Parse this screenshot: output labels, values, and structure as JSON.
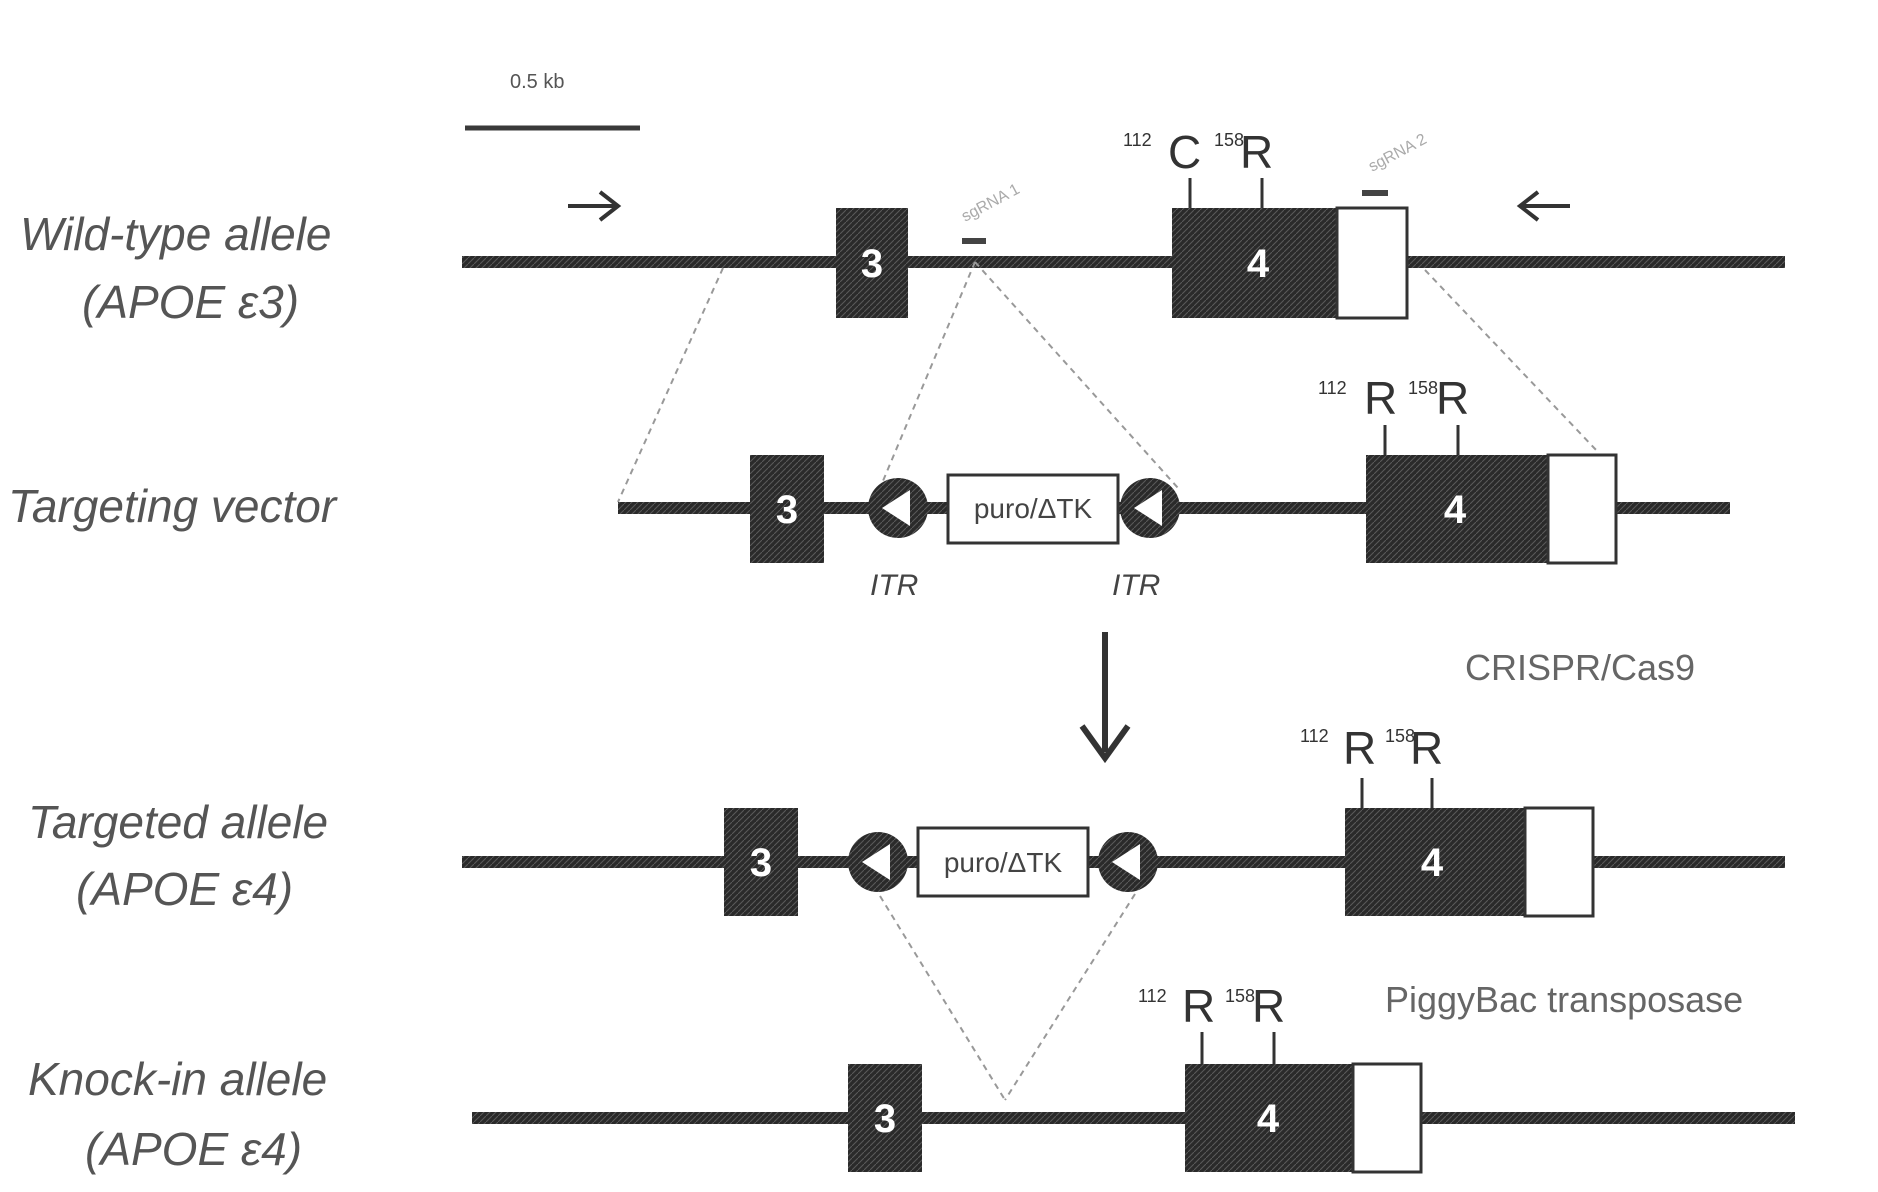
{
  "scale_bar": {
    "label": "0.5 kb"
  },
  "rows": [
    {
      "id": "wild-type",
      "line1": "Wild-type allele",
      "line2": "(APOE ε3)"
    },
    {
      "id": "targeting-vector",
      "line1": "Targeting vector",
      "line2": ""
    },
    {
      "id": "targeted",
      "line1": "Targeted allele",
      "line2": "(APOE ε4)"
    },
    {
      "id": "knock-in",
      "line1": "Knock-in allele",
      "line2": "(APOE ε4)"
    }
  ],
  "exons": {
    "exon3": "3",
    "exon4": "4"
  },
  "residues": {
    "wild_type": {
      "a_num": "112",
      "a_res": "C",
      "b_num": "158",
      "b_res": "R"
    },
    "vector": {
      "a_num": "112",
      "a_res": "R",
      "b_num": "158",
      "b_res": "R"
    },
    "targeted": {
      "a_num": "112",
      "a_res": "R",
      "b_num": "158",
      "b_res": "R"
    },
    "knockin": {
      "a_num": "112",
      "a_res": "R",
      "b_num": "158",
      "b_res": "R"
    }
  },
  "sgrna": {
    "one": "sgRNA 1",
    "two": "sgRNA 2"
  },
  "cassette": {
    "label": "puro/ΔTK",
    "itr": "ITR"
  },
  "steps": {
    "crispr": "CRISPR/Cas9",
    "piggybac": "PiggyBac transposase"
  },
  "colors": {
    "dark": "#2b2b2b",
    "line": "#3a3a3a",
    "dashed": "#999999"
  }
}
